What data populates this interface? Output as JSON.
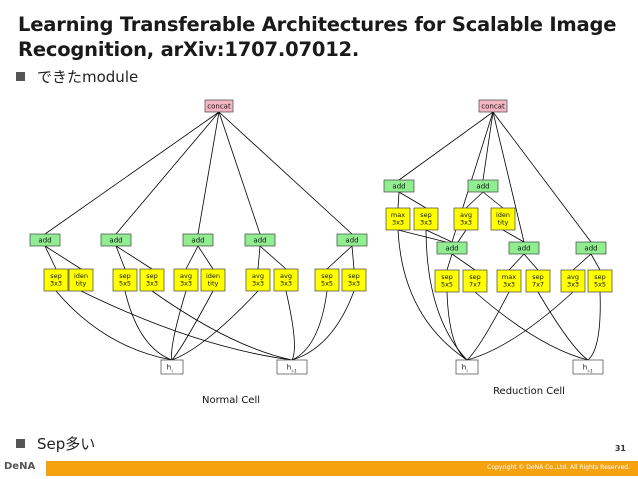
{
  "slide": {
    "title": "Learning Transferable Architectures for Scalable Image Recognition, arXiv:1707.07012.",
    "bullet1": "できたmodule",
    "bullet2": "Sep多い",
    "page_number": "31",
    "footer_logo": "DeNA",
    "copyright": "Copyright © DeNA Co.,Ltd. All Rights Reserved."
  },
  "colors": {
    "concat": "#f4b6c2",
    "add": "#90ee90",
    "op": "#ffff00",
    "accent_bar": "#f6a20e"
  },
  "normal_cell": {
    "caption": "Normal Cell",
    "concat": "concat",
    "adds": [
      "add",
      "add",
      "add",
      "add",
      "add"
    ],
    "ops": [
      [
        "sep",
        "3x3"
      ],
      [
        "iden",
        "tity"
      ],
      [
        "sep",
        "5x5"
      ],
      [
        "sep",
        "3x3"
      ],
      [
        "avg",
        "3x3"
      ],
      [
        "iden",
        "tity"
      ],
      [
        "avg",
        "3x3"
      ],
      [
        "avg",
        "3x3"
      ],
      [
        "sep",
        "5x5"
      ],
      [
        "sep",
        "3x3"
      ]
    ],
    "inputs": [
      [
        "h",
        "i"
      ],
      [
        "h",
        "i-1"
      ]
    ]
  },
  "reduction_cell": {
    "caption": "Reduction Cell",
    "concat": "concat",
    "adds_top": [
      "add",
      "add"
    ],
    "ops_top": [
      [
        "max",
        "3x3"
      ],
      [
        "sep",
        "3x3"
      ],
      [
        "avg",
        "3x3"
      ],
      [
        "iden",
        "tity"
      ]
    ],
    "adds_bottom": [
      "add",
      "add",
      "add"
    ],
    "ops_bottom": [
      [
        "sep",
        "5x5"
      ],
      [
        "sep",
        "7x7"
      ],
      [
        "max",
        "3x3"
      ],
      [
        "sep",
        "7x7"
      ],
      [
        "avg",
        "3x3"
      ],
      [
        "sep",
        "5x5"
      ]
    ],
    "inputs": [
      [
        "h",
        "i"
      ],
      [
        "h",
        "i-1"
      ]
    ]
  }
}
